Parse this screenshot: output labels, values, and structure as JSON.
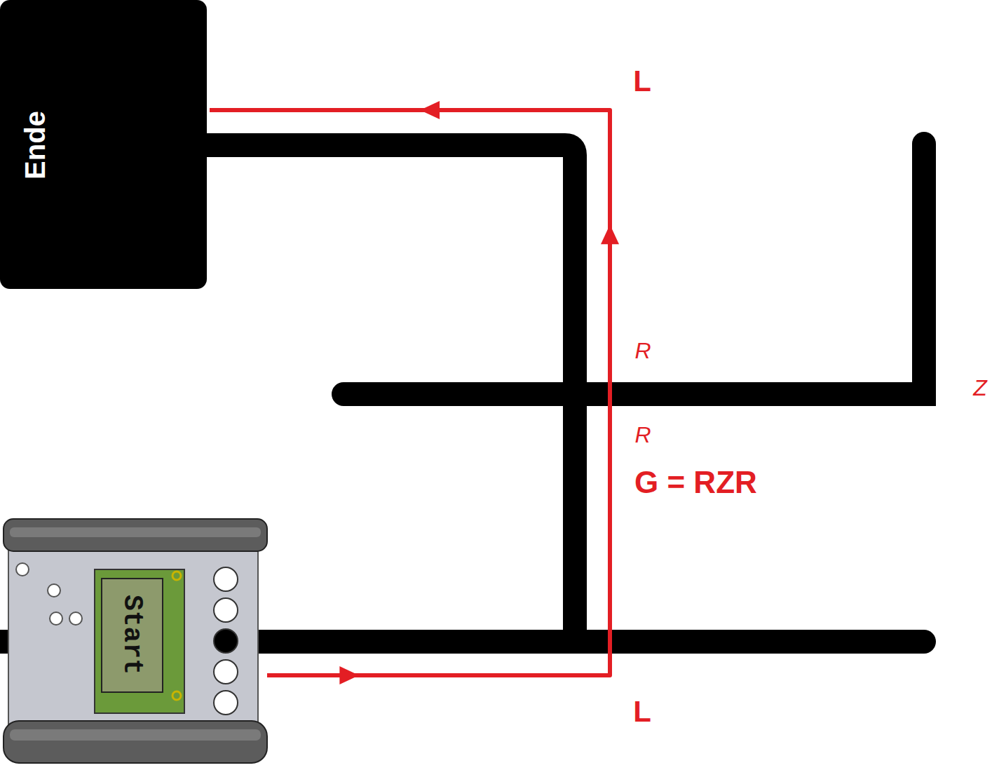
{
  "diagram": {
    "nodes": [
      {
        "text": [
          "Ende"
        ]
      },
      {
        "text": [
          "Start"
        ]
      }
    ],
    "edges": [
      {
        "from": 1,
        "to": 0,
        "arrow": "to"
      }
    ],
    "labels": [
      "L",
      "R",
      "Z",
      "R",
      "G = RZR",
      "L"
    ]
  }
}
